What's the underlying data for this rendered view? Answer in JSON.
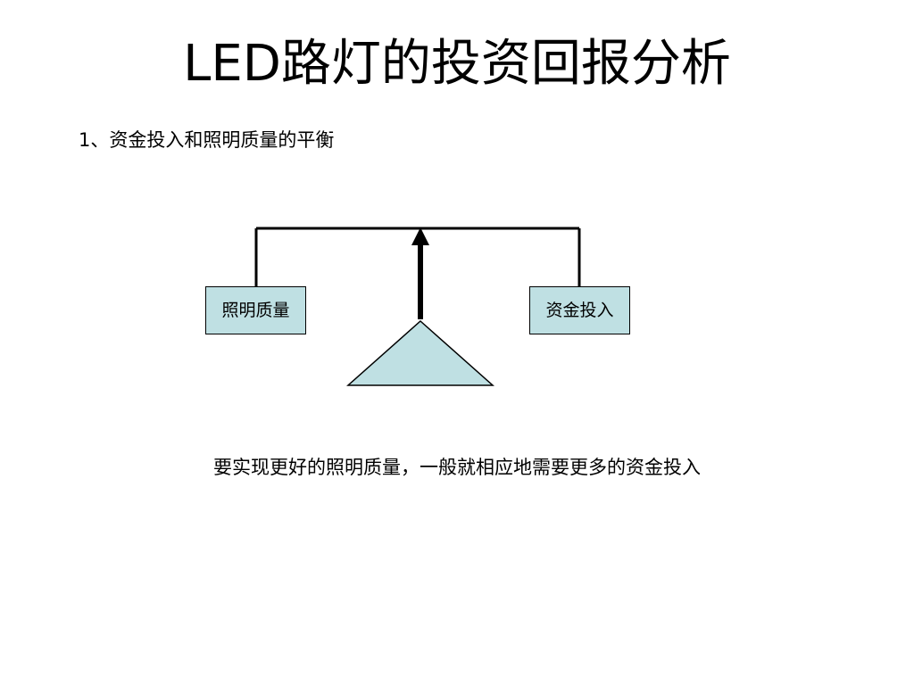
{
  "slide": {
    "title": "LED路灯的投资回报分析",
    "section_heading": "1、资金投入和照明质量的平衡",
    "caption": "要实现更好的照明质量，一般就相应地需要更多的资金投入"
  },
  "diagram": {
    "left_box_label": "照明质量",
    "right_box_label": "资金投入",
    "colors": {
      "box_fill": "#bfe0e3",
      "fulcrum_fill": "#bfe0e3",
      "line": "#000000"
    }
  }
}
